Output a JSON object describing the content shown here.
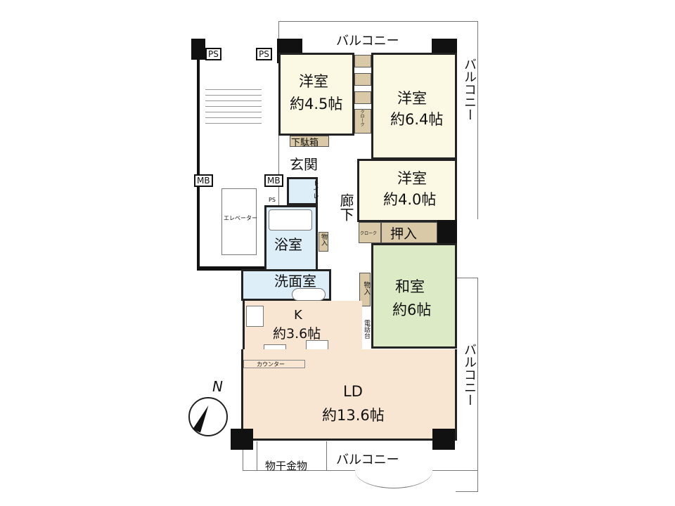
{
  "rooms": {
    "western1": {
      "name": "洋室",
      "size": "約4.5帖"
    },
    "western2": {
      "name": "洋室",
      "size": "約6.4帖"
    },
    "western3": {
      "name": "洋室",
      "size": "約4.0帖"
    },
    "japanese": {
      "name": "和室",
      "size": "約6帖"
    },
    "kitchen": {
      "name": "K",
      "size": "約3.6帖"
    },
    "living": {
      "name": "LD",
      "size": "約13.6帖"
    },
    "bath": "浴室",
    "washroom": "洗面室",
    "entrance": "玄関",
    "hallway": "廊下",
    "toilet": "トイレ"
  },
  "storage": {
    "closet": "クローク",
    "oshiire": "押入",
    "monoire": "物入",
    "shoe_box": "下駄箱",
    "phone_stand": "電話台",
    "counter": "カウンター"
  },
  "balconies": {
    "top": "バルコニー",
    "right_upper": "バルコニー",
    "right_lower": "バルコニー",
    "bottom": "バルコニー",
    "drying": "物干金物"
  },
  "common": {
    "ps": "PS",
    "mb": "MB",
    "elevator": "エレベーター"
  },
  "compass": "N",
  "colors": {
    "western": "#fbf8e4",
    "living": "#f8e6d2",
    "japanese": "#dcebc6",
    "wet": "#ddeef8",
    "storage": "#d9c9a6"
  }
}
